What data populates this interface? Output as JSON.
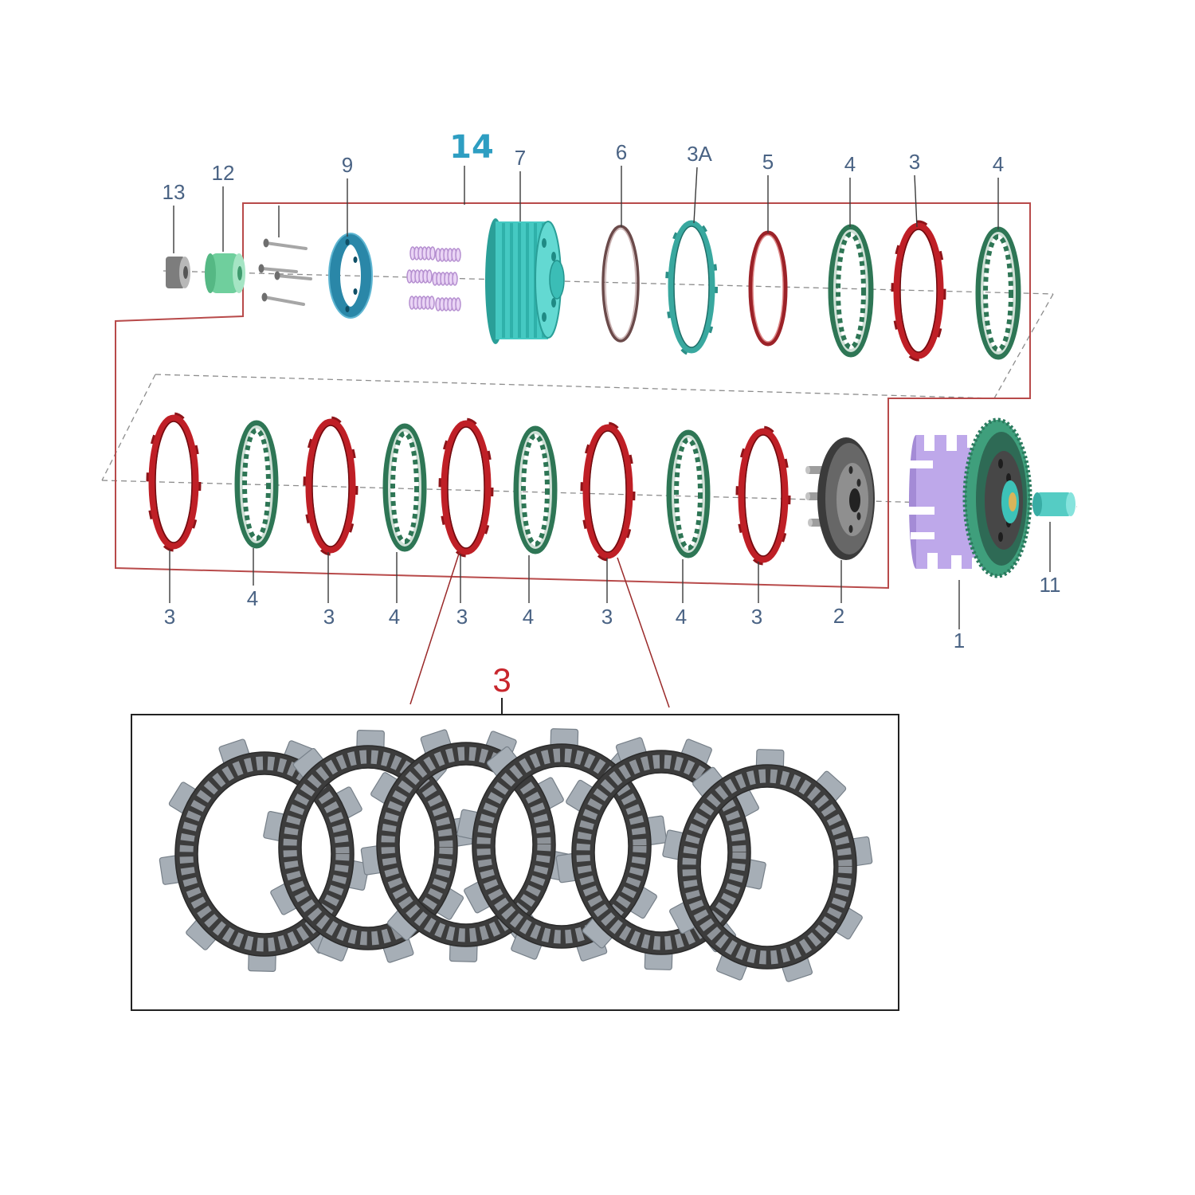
{
  "diagram": {
    "kit_label": "14",
    "top_callouts": [
      "13",
      "12",
      "9",
      "7",
      "6",
      "3A",
      "5",
      "4",
      "3",
      "4"
    ],
    "bottom_callouts": [
      "3",
      "4",
      "3",
      "4",
      "3",
      "4",
      "3",
      "4",
      "3",
      "2",
      "1",
      "11"
    ],
    "inset_label": "3"
  },
  "colors": {
    "callout_text": "#4a6384",
    "kit_label": "#2e9ec2",
    "inset_label": "#c8262d",
    "outline": "#b84a4a",
    "pointer": "#9a2a2a",
    "friction_plate": "#bf1f26",
    "steel_plate": "#2e7655",
    "hub": "#45c9c2",
    "basket": "#bea8ea",
    "springs": "#b58fd0"
  }
}
